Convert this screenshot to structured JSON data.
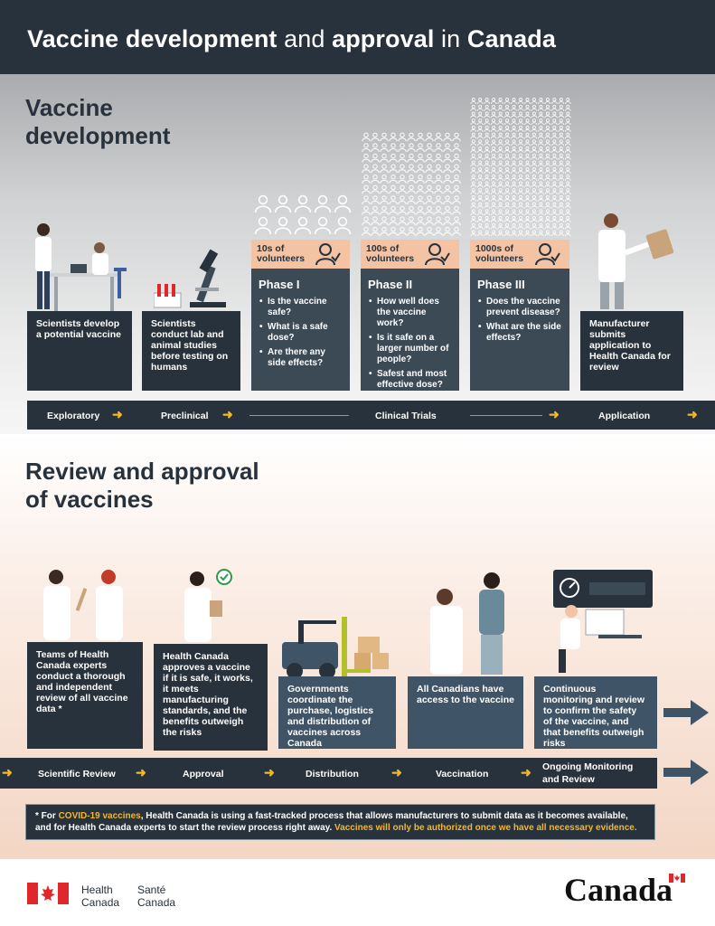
{
  "header": {
    "title_part1": "Vaccine development",
    "title_part2": "and",
    "title_part3": "approval",
    "title_part4": "in",
    "title_part5": "Canada"
  },
  "dev": {
    "title_line1": "Vaccine",
    "title_line2": "development",
    "cards": [
      {
        "text": "Scientists develop a potential vaccine"
      },
      {
        "text": "Scientists conduct lab and animal studies before testing on humans"
      },
      {
        "text": "Manufacturer submits application to Health Canada for review"
      }
    ],
    "trials": [
      {
        "volunteers": "10s of volunteers",
        "phase": "Phase I",
        "questions": [
          "Is the vaccine safe?",
          "What is a safe dose?",
          "Are there any side effects?"
        ]
      },
      {
        "volunteers": "100s of volunteers",
        "phase": "Phase II",
        "questions": [
          "How well does the vaccine work?",
          "Is it safe on a larger number of people?",
          "Safest and most effective dose?"
        ]
      },
      {
        "volunteers": "1000s of volunteers",
        "phase": "Phase III",
        "questions": [
          "Does the vaccine prevent disease?",
          "What are the side effects?"
        ]
      }
    ],
    "timeline": {
      "exploratory": "Exploratory",
      "preclinical": "Preclinical",
      "clinical": "Clinical Trials",
      "application": "Application"
    }
  },
  "review": {
    "title_line1": "Review and approval",
    "title_line2": "of vaccines",
    "cards": [
      {
        "text": "Teams of Health Canada experts conduct a thorough and independent review of all vaccine data *"
      },
      {
        "text": "Health Canada approves a vaccine if it is safe, it works, it meets manufacturing standards, and the benefits outweigh the risks"
      },
      {
        "text": "Governments coordinate the purchase, logistics and distribution of vaccines across Canada"
      },
      {
        "text": "All Canadians have access to the vaccine"
      },
      {
        "text": "Continuous monitoring and review to confirm the safety of the vaccine, and that benefits outweigh risks"
      }
    ],
    "timeline": {
      "scientific": "Scientific Review",
      "approval": "Approval",
      "distribution": "Distribution",
      "vaccination": "Vaccination",
      "monitoring_line1": "Ongoing Monitoring",
      "monitoring_line2": "and Review"
    }
  },
  "note": {
    "part1": "* For ",
    "part2": "COVID-19 vaccines",
    "part3": ", Health Canada is using a fast-tracked process that allows manufacturers to submit data as it becomes available, and for Health Canada experts to start the review process right away. ",
    "part4": "Vaccines will only be authorized once we have all necessary evidence."
  },
  "footer": {
    "health_en_1": "Health",
    "health_en_2": "Canada",
    "health_fr_1": "Santé",
    "health_fr_2": "Canada",
    "wordmark": "Canada"
  },
  "colors": {
    "navy": "#27323c",
    "slate": "#3c4a56",
    "peach": "#f3c3a3",
    "yellow": "#f3b82a",
    "flag_red": "#e0282c"
  }
}
